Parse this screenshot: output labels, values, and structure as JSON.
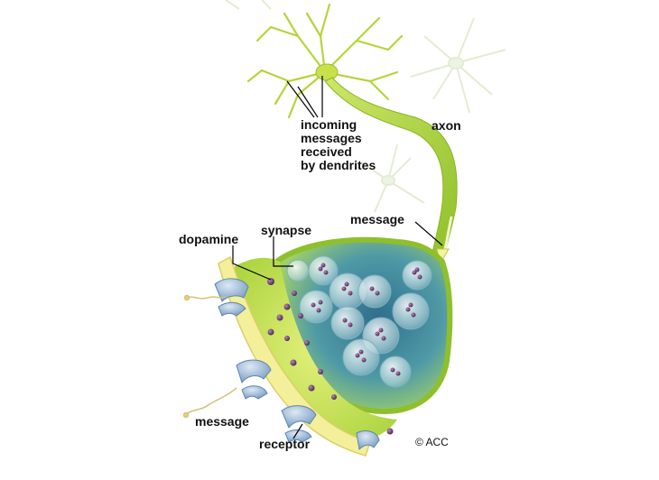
{
  "labels": {
    "incoming": [
      "incoming",
      "messages",
      "received",
      "by dendrites"
    ],
    "axon": "axon",
    "message_top": "message",
    "dopamine": "dopamine",
    "synapse": "synapse",
    "message_bottom": "message",
    "receptor": "receptor",
    "credit": "© ACC"
  },
  "colors": {
    "neuron_green": "#a8cf2a",
    "neuron_light": "#d8ec7a",
    "terminal_teal": "#4d8fa3",
    "membrane_yellow": "#f4ef9a",
    "dopamine_purple": "#5a2a5e",
    "receptor_blue": "#8fb5d6"
  }
}
